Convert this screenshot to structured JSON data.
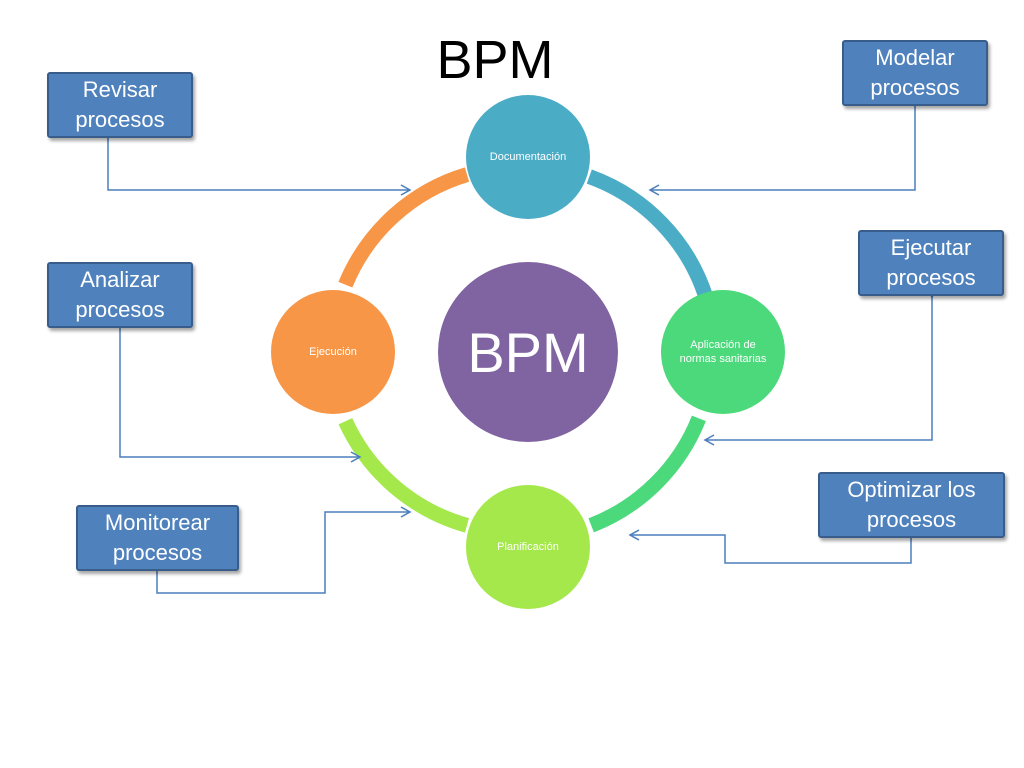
{
  "title": "BPM",
  "center_label": "BPM",
  "cycle_nodes": [
    {
      "label": "Documentación",
      "color": "#4bacc6"
    },
    {
      "label": "Aplicación de normas sanitarias",
      "color": "#4cd97b"
    },
    {
      "label": "Planificación",
      "color": "#a5e84c"
    },
    {
      "label": "Ejecución",
      "color": "#f79646"
    }
  ],
  "center_color": "#8064a2",
  "side_boxes": {
    "revisar": "Revisar procesos",
    "analizar": "Analizar procesos",
    "monitorear": "Monitorear procesos",
    "modelar": "Modelar procesos",
    "ejecutar": "Ejecutar procesos",
    "optimizar": "Optimizar los procesos"
  },
  "colors": {
    "box_fill": "#4f81bd",
    "box_border": "#385d8a",
    "connector": "#4a7ebb"
  }
}
